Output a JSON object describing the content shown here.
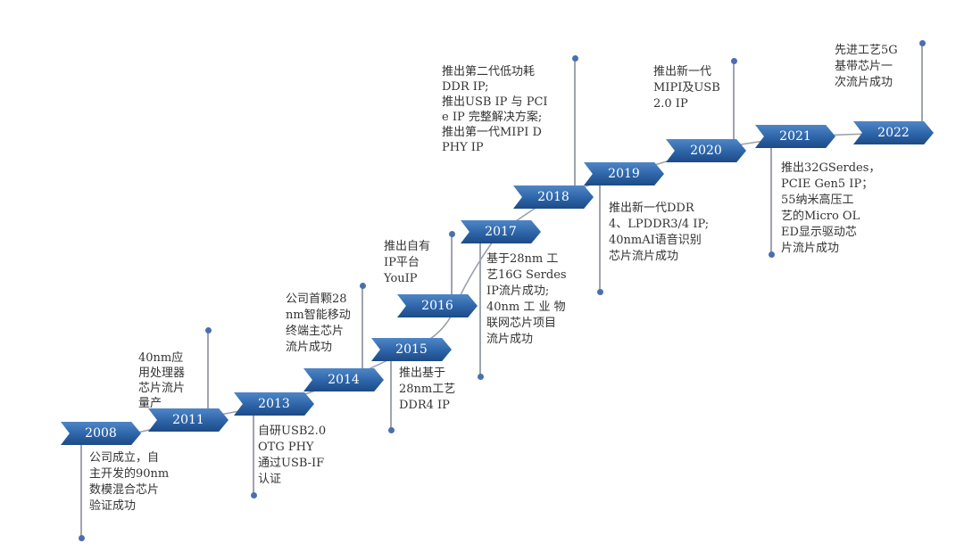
{
  "accent_color": "#2d64a8",
  "milestones": [
    {
      "year": "2008",
      "lines": [
        "公司成立，自",
        "主开发的90nm",
        "数模混合芯片",
        "验证成功"
      ]
    },
    {
      "year": "2011",
      "lines": [
        "40nm应",
        "用处理器",
        "芯片流片",
        "量产"
      ]
    },
    {
      "year": "2013",
      "lines": [
        "自研USB2.0",
        "OTG PHY",
        "通过USB-IF",
        "认证"
      ]
    },
    {
      "year": "2014",
      "lines": [
        "公司首颗28",
        "nm智能移动",
        "终端主芯片",
        "流片成功"
      ]
    },
    {
      "year": "2015",
      "lines": [
        "推出基于",
        "28nm工艺",
        "DDR4 IP"
      ]
    },
    {
      "year": "2016",
      "lines": [
        "推出自有",
        "IP平台",
        "YouIP"
      ]
    },
    {
      "year": "2017",
      "lines": [
        "基于28nm 工",
        "艺16G Serdes",
        "IP流片成功;",
        "40nm 工 业 物",
        "联网芯片项目",
        "流片成功"
      ]
    },
    {
      "year": "2018",
      "lines": [
        "推出第二代低功耗",
        "DDR IP;",
        "推出USB IP 与 PCI",
        "e IP 完整解决方案;",
        "推出第一代MIPI D",
        "PHY IP"
      ]
    },
    {
      "year": "2019",
      "lines": [
        "推出新一代DDR",
        "4、LPDDR3/4 IP;",
        "40nmAI语音识别",
        "芯片流片成功"
      ]
    },
    {
      "year": "2020",
      "lines": [
        "推出新一代",
        "MIPI及USB",
        "2.0 IP"
      ]
    },
    {
      "year": "2021",
      "lines": [
        "推出32GSerdes，",
        "PCIE Gen5 IP；",
        "55纳米高压工",
        "艺的Micro OL",
        "ED显示驱动芯",
        "片流片成功"
      ]
    },
    {
      "year": "2022",
      "lines": [
        "先进工艺5G",
        "基带芯片一",
        "次流片成功"
      ]
    }
  ]
}
